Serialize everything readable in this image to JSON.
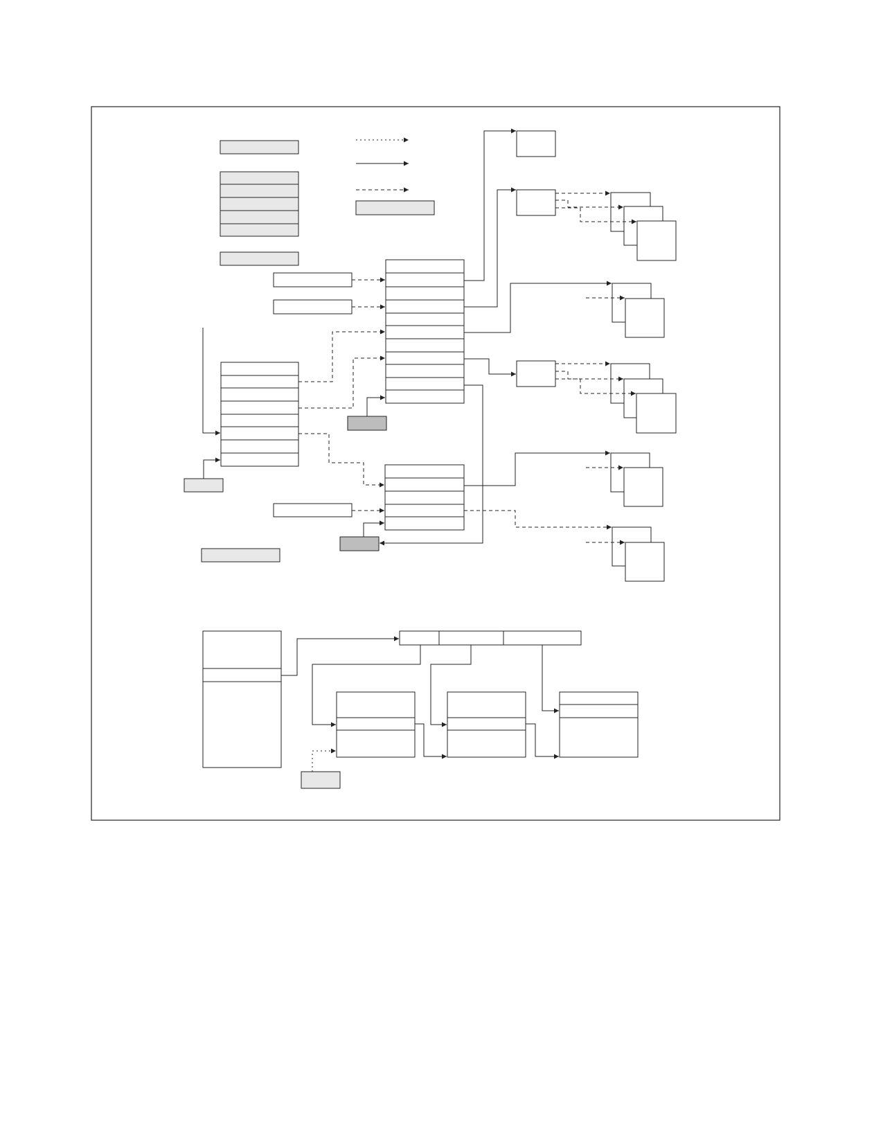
{
  "page": {
    "background": "#ffffff"
  },
  "colors": {
    "stroke": "#222222",
    "light_fill": "#e8e8e8",
    "dark_fill": "#bdbdbd",
    "white_fill": "#ffffff"
  },
  "legend": {
    "entries": [
      {
        "line_style": "dotted"
      },
      {
        "line_style": "solid"
      },
      {
        "line_style": "dashed"
      }
    ]
  },
  "notes": {
    "text_labels_present": false
  }
}
